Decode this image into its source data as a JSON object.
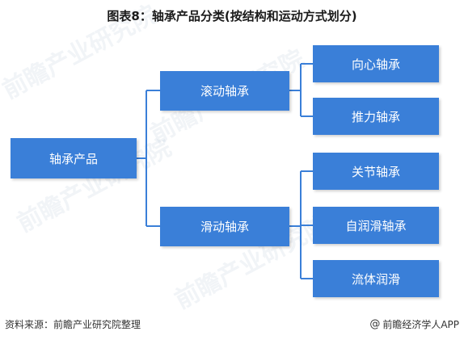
{
  "title": "图表8：轴承产品分类(按结构和运动方式划分)",
  "nodes": {
    "root": "轴承产品",
    "rolling": "滚动轴承",
    "sliding": "滑动轴承",
    "rolling_children": [
      "向心轴承",
      "推力轴承"
    ],
    "sliding_children": [
      "关节轴承",
      "自润滑轴承",
      "流体润滑"
    ]
  },
  "watermark": "前瞻产业研究院",
  "footer": {
    "source": "资料来源：前瞻产业研究院整理",
    "brand_symbol": "@",
    "brand": "前瞻经济学人APP"
  },
  "colors": {
    "node_fill": "#3a7fd8",
    "connector": "#3a7fd8",
    "text_on_node": "#ffffff"
  }
}
